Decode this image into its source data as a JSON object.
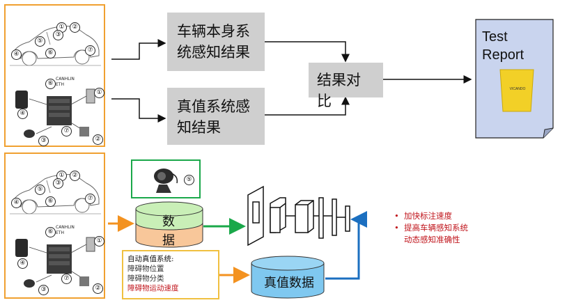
{
  "top": {
    "box_perception": "车辆本身系统感知结果",
    "box_truth": "真值系统感知结果",
    "compare": "结果对比",
    "report_title": "Test Report",
    "report_brand": "VICANDO"
  },
  "bottom": {
    "data_label": "数据",
    "data_char1": "数",
    "data_char2": "据",
    "truth_data": "真值数据",
    "system_title": "自动真值系统:",
    "system_items": [
      "障碍物位置",
      "障碍物分类",
      "障碍物运动速度"
    ],
    "bullets": [
      "加快标注速度",
      "提高车辆感知系统动态感知准确性"
    ]
  },
  "sensor_panel": {
    "labels": {
      "canhlin": "CANHLIN",
      "eth": "ETH"
    },
    "numbers": [
      "①",
      "②",
      "③",
      "④",
      "⑤",
      "⑥",
      "⑦"
    ]
  },
  "camera_badge": "⑤",
  "colors": {
    "panel_border": "#f0a030",
    "green": "#1aa84a",
    "blue": "#1b6fc0",
    "orange": "#f39220",
    "red": "#c0141b",
    "report_bg": "#c9d4ee",
    "cyl_blue": "#7fc8f0",
    "cyl_green": "#c9efb7",
    "cyl_orange": "#f8c79a"
  }
}
